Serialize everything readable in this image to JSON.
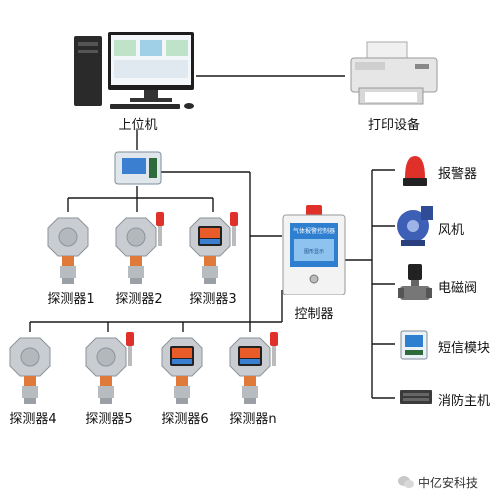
{
  "top": {
    "computer_label": "上位机",
    "printer_label": "打印设备"
  },
  "controller": {
    "label": "控制器",
    "panel_title": "气体报警控制器",
    "panel_text": "图形显示"
  },
  "detectors_row1": [
    "探测器1",
    "探测器2",
    "探测器3"
  ],
  "detectors_row2": [
    "探测器4",
    "探测器5",
    "探测器6",
    "探测器n"
  ],
  "outputs": [
    "报警器",
    "风机",
    "电磁阀",
    "短信模块",
    "消防主机"
  ],
  "watermark": "中亿安科技",
  "colors": {
    "line": "#1a1a1a",
    "detector_body": "#c9cdd1",
    "detector_neck": "#e07a3a",
    "alarm_red": "#e0302a",
    "screen_blue": "#2f7fd0"
  }
}
